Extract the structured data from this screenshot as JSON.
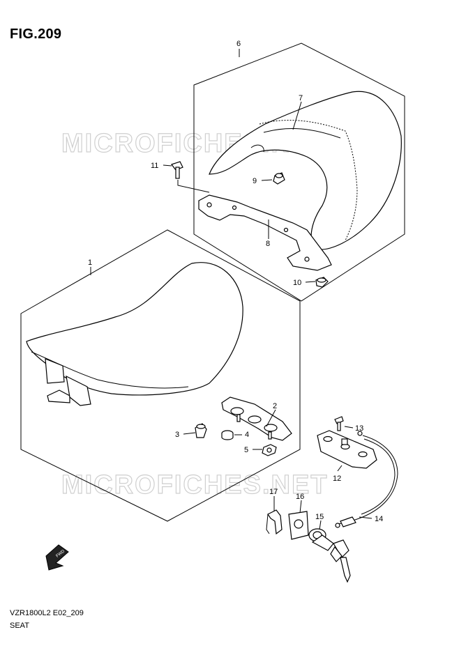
{
  "figure": {
    "title": "FIG.209",
    "model_code": "VZR1800L2 E02_209",
    "name": "SEAT"
  },
  "watermark": "MICROFICHES.NET",
  "callouts": {
    "c1": "1",
    "c2": "2",
    "c3": "3",
    "c4": "4",
    "c5": "5",
    "c6": "6",
    "c7": "7",
    "c8": "8",
    "c9": "9",
    "c10": "10",
    "c11": "11",
    "c12": "12",
    "c13": "13",
    "c14": "14",
    "c15": "15",
    "c16": "16",
    "c17": "17"
  },
  "fwd_label": "FWD"
}
